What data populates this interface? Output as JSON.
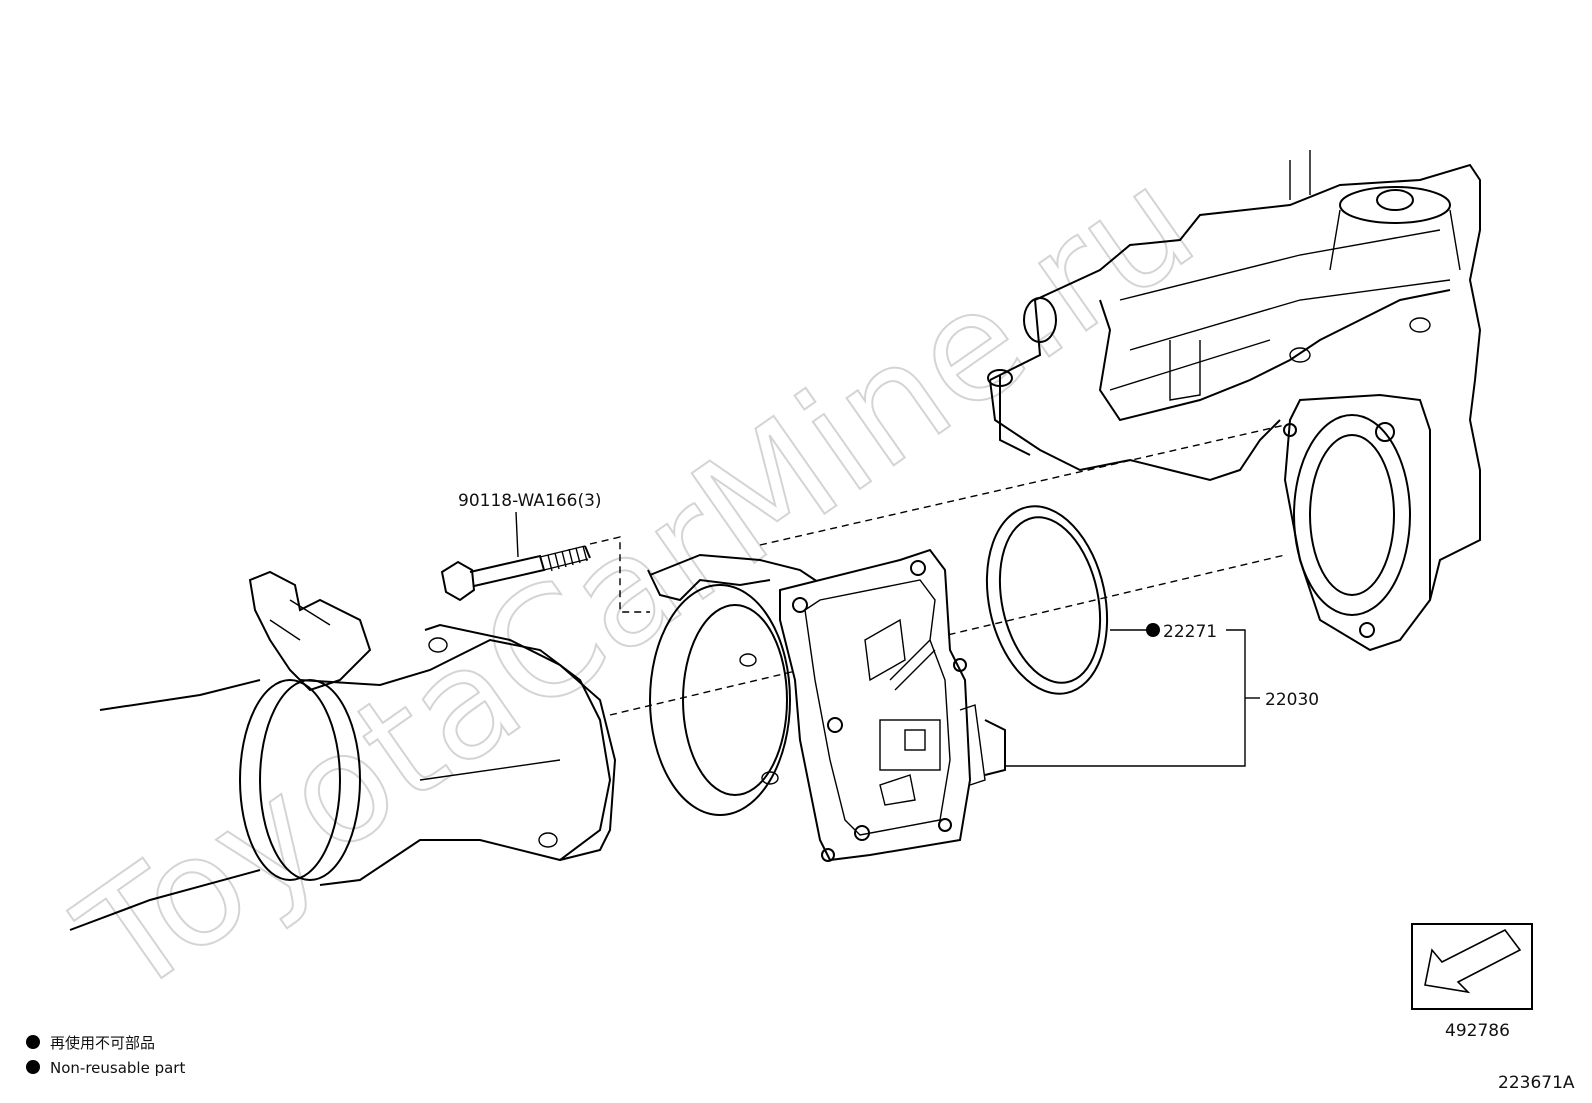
{
  "watermark": "ToyotaCarMine.ru",
  "parts": {
    "bolt": "90118-WA166(3)",
    "gasket": "22271",
    "throttle_body": "22030"
  },
  "view_ref": "492786",
  "legend": {
    "jp": "再使用不可部品",
    "en": "Non-reusable part"
  },
  "diagram_id": "223671A"
}
